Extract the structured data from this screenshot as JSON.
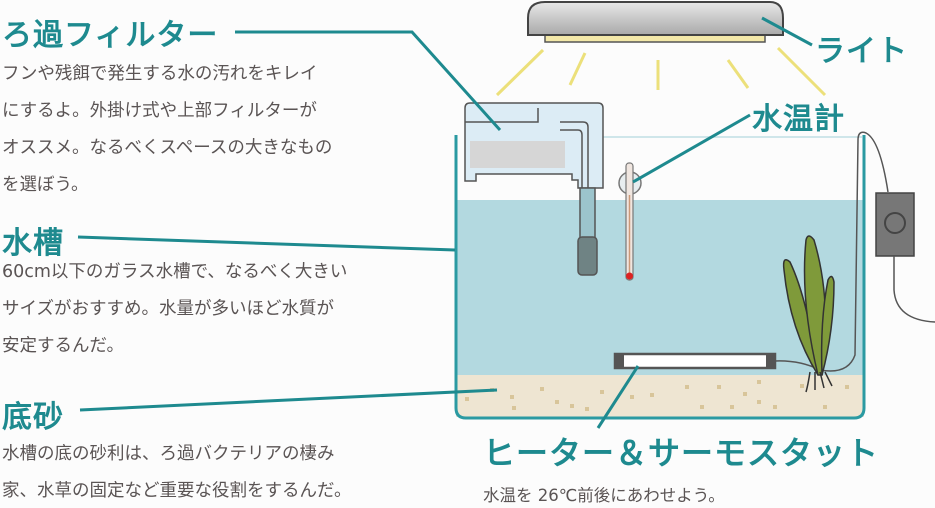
{
  "colors": {
    "accent": "#1e8a8f",
    "water": "#b3d9e0",
    "sand": "#eee5d2",
    "text": "#5a5454"
  },
  "filter": {
    "title": "ろ過フィルター",
    "lines": [
      "フンや残餌で発生する水の汚れをキレイ",
      "にするよ。外掛け式や上部フィルターが",
      "オススメ。なるべくスペースの大きなもの",
      "を選ぼう。"
    ]
  },
  "tank": {
    "title": "水槽",
    "lines": [
      "60cm以下のガラス水槽で、なるべく大きい",
      "サイズがおすすめ。水量が多いほど水質が",
      "安定するんだ。"
    ]
  },
  "sand": {
    "title": "底砂",
    "lines": [
      "水槽の底の砂利は、ろ過バクテリアの棲み",
      "家、水草の固定など重要な役割をするんだ。"
    ]
  },
  "light": {
    "title": "ライト"
  },
  "thermometer": {
    "title": "水温計"
  },
  "heater": {
    "title": "ヒーター＆サーモスタット",
    "lines": [
      "水温を 26℃前後にあわせよう。"
    ]
  }
}
